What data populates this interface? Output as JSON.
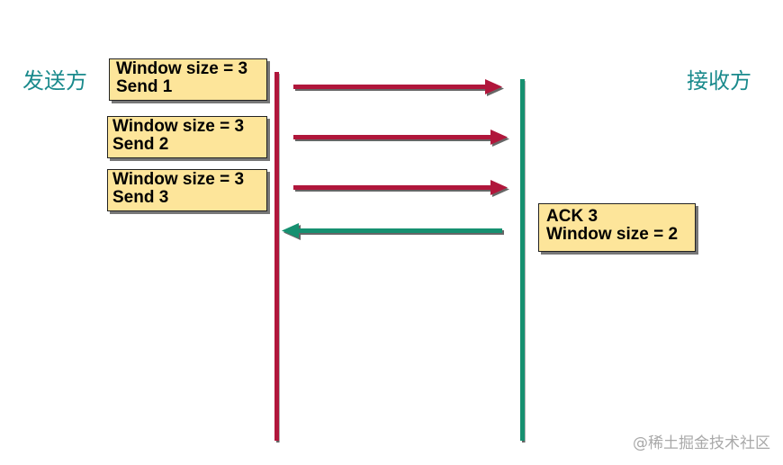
{
  "sender": {
    "label": "发送方"
  },
  "receiver": {
    "label": "接收方"
  },
  "messages": [
    {
      "line1": "Window size = 3",
      "line2": "Send 1"
    },
    {
      "line1": "Window size = 3",
      "line2": "Send 2"
    },
    {
      "line1": "Window size = 3",
      "line2": "Send 3"
    }
  ],
  "ack": {
    "line1": "ACK 3",
    "line2": "Window size = 2"
  },
  "watermark": "@稀土掘金技术社区",
  "colors": {
    "sender_line": "#b0173a",
    "receiver_line": "#139070",
    "data_arrow": "#b0173a",
    "ack_arrow": "#139070",
    "label_text": "#1a8a8c",
    "box_fill": "#fde59a"
  }
}
